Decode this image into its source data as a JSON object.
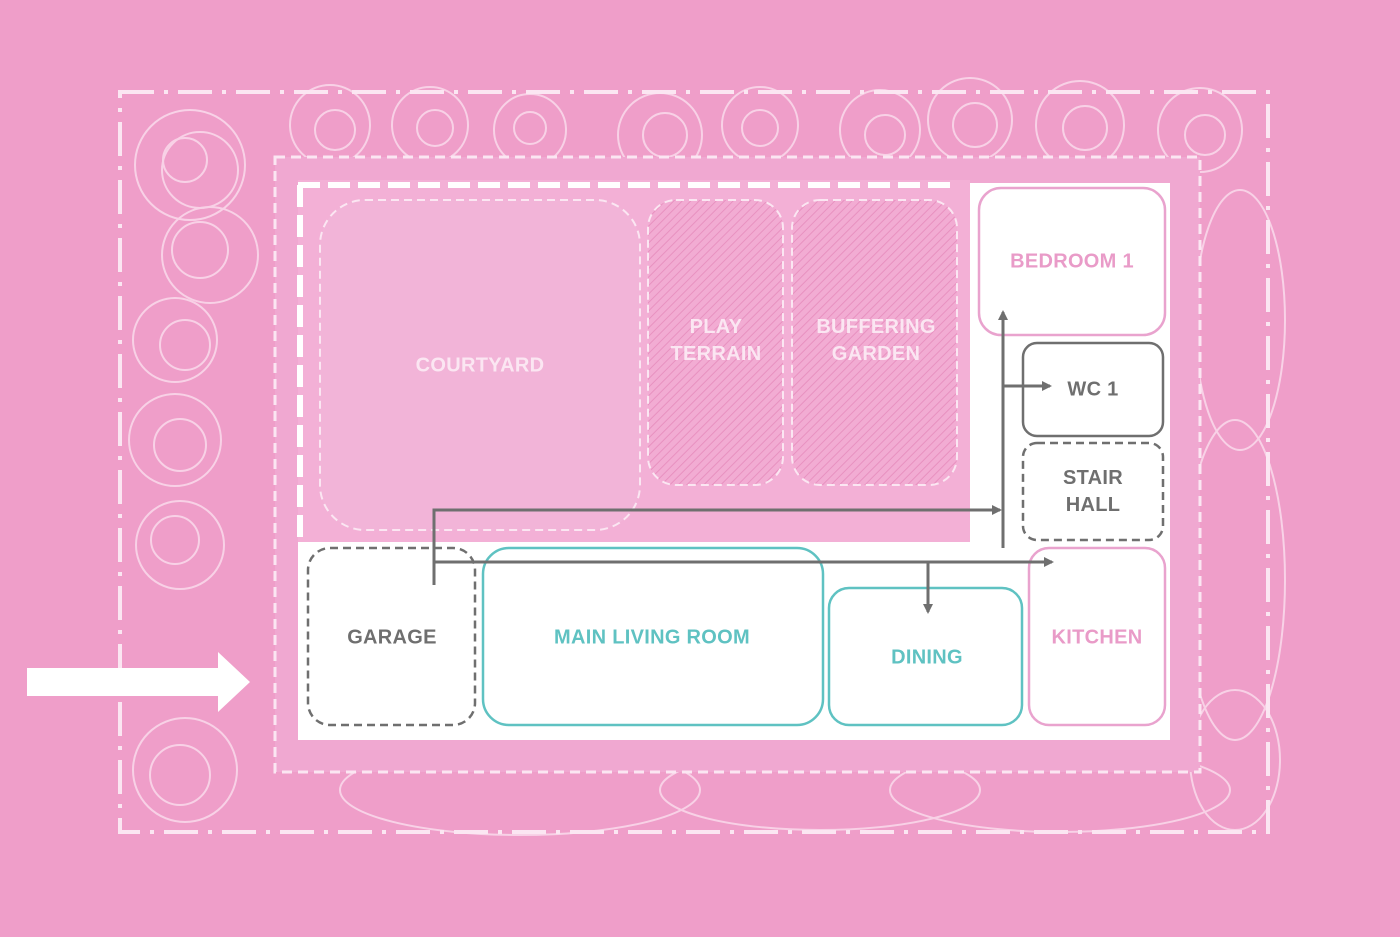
{
  "colors": {
    "background": "#ef9ec9",
    "outdoor_zone": "#f0a8d1",
    "courtyard_fill": "#f2b4d8",
    "white": "#ffffff",
    "gray": "#6f6f6f",
    "teal": "#5fc2c2",
    "pink_text": "#e99bc8",
    "white_text": "#fbe6f2"
  },
  "rooms": {
    "courtyard": "COURTYARD",
    "play_terrain": [
      "PLAY",
      "TERRAIN"
    ],
    "buffering_garden": [
      "BUFFERING",
      "GARDEN"
    ],
    "bedroom_1": "BEDROOM 1",
    "wc_1": "WC 1",
    "stair_hall": [
      "STAIR",
      "HALL"
    ],
    "garage": "GARAGE",
    "main_living_room": "MAIN LIVING ROOM",
    "dining": "DINING",
    "kitchen": "KITCHEN"
  },
  "icons": {
    "entrance": "entrance-arrow-icon",
    "circulation": "circulation-arrow-icon"
  }
}
